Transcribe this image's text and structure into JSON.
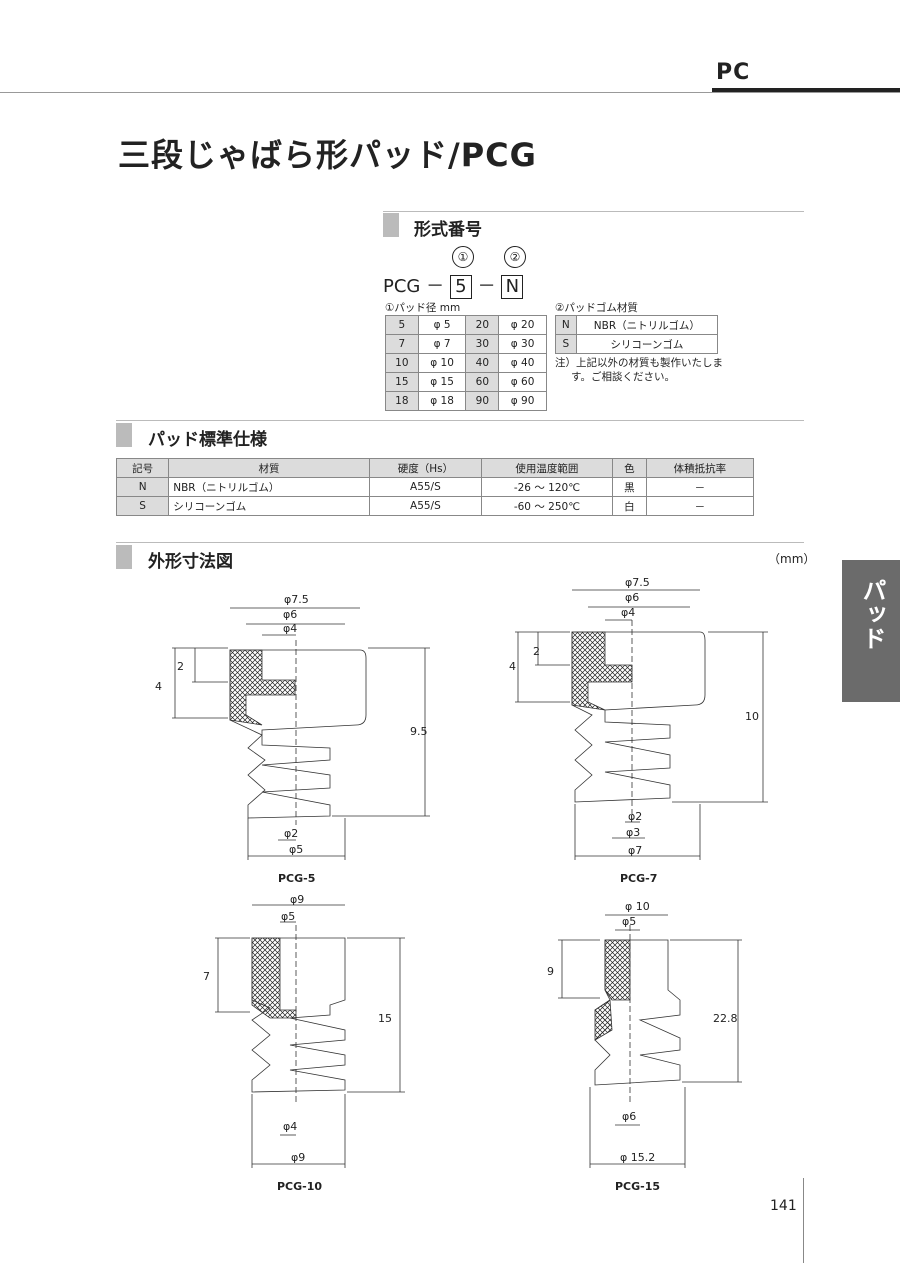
{
  "header": {
    "series_code": "PC"
  },
  "page_title": "三段じゃばら形パッド/PCG",
  "model_section": {
    "title": "形式番号",
    "markers": [
      "①",
      "②"
    ],
    "code_prefix": "PCG",
    "dash": "－",
    "pad_diameter_box": "5",
    "rubber_box": "N",
    "pad_diameter_label": "①パッド径 mm",
    "rubber_label": "②パッドゴム材質",
    "diameter_rows": [
      {
        "code": "5",
        "dia": "φ 5",
        "code2": "20",
        "dia2": "φ 20"
      },
      {
        "code": "7",
        "dia": "φ 7",
        "code2": "30",
        "dia2": "φ 30"
      },
      {
        "code": "10",
        "dia": "φ 10",
        "code2": "40",
        "dia2": "φ 40"
      },
      {
        "code": "15",
        "dia": "φ 15",
        "code2": "60",
        "dia2": "φ 60"
      },
      {
        "code": "18",
        "dia": "φ 18",
        "code2": "90",
        "dia2": "φ 90"
      }
    ],
    "rubber_rows": [
      {
        "code": "N",
        "material": "NBR（ニトリルゴム）"
      },
      {
        "code": "S",
        "material": "シリコーンゴム"
      }
    ],
    "note_line1": "注）上記以外の材質も製作いたしま",
    "note_line2": "す。ご相談ください。"
  },
  "spec_section": {
    "title": "パッド標準仕様",
    "headers": [
      "記号",
      "材質",
      "硬度（Hs）",
      "使用温度範囲",
      "色",
      "体積抵抗率"
    ],
    "rows": [
      [
        "N",
        "NBR（ニトリルゴム）",
        "A55/S",
        "-26 ～ 120℃",
        "黒",
        "－"
      ],
      [
        "S",
        "シリコーンゴム",
        "A55/S",
        "-60 ～ 250℃",
        "白",
        "－"
      ]
    ]
  },
  "dimension_section": {
    "title": "外形寸法図",
    "unit": "（mm）",
    "drawings": {
      "pcg5": {
        "caption": "PCG-5",
        "d1": "φ7.5",
        "d2": "φ6",
        "d3": "φ4",
        "h1": "4",
        "h2": "2",
        "h3": "9.5",
        "b1": "φ2",
        "b2": "φ5"
      },
      "pcg7": {
        "caption": "PCG-7",
        "d1": "φ7.5",
        "d2": "φ6",
        "d3": "φ4",
        "h1": "4",
        "h2": "2",
        "h3": "10",
        "b1": "φ2",
        "b2": "φ3",
        "b3": "φ7"
      },
      "pcg10": {
        "caption": "PCG-10",
        "d1": "φ9",
        "d2": "φ5",
        "h1": "7",
        "h3": "15",
        "b1": "φ4",
        "b2": "φ9"
      },
      "pcg15": {
        "caption": "PCG-15",
        "d1": "φ 10",
        "d2": "φ5",
        "h1": "9",
        "h3": "22.8",
        "b1": "φ6",
        "b2": "φ 15.2"
      }
    }
  },
  "side_tab": {
    "label": "パッド"
  },
  "page_number": "141"
}
